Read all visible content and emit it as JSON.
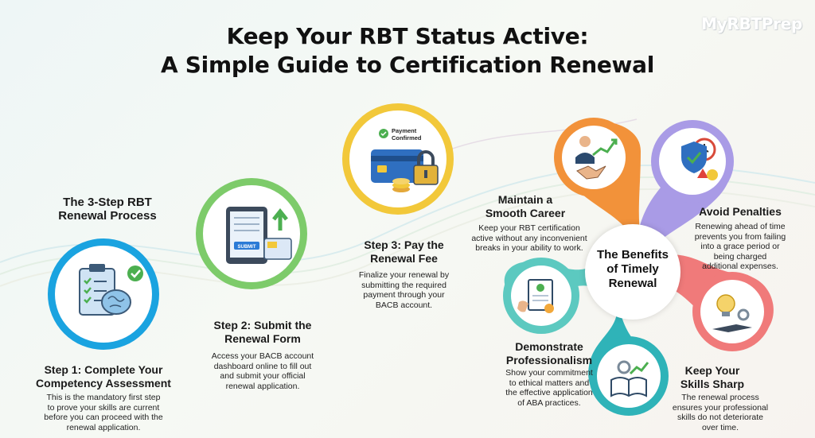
{
  "title": {
    "line1": "Keep Your RBT Status Active:",
    "line2": "A Simple Guide to Certification Renewal"
  },
  "brand": "MyRBTPrep",
  "process": {
    "heading_line1": "The 3-Step RBT",
    "heading_line2": "Renewal Process",
    "steps": [
      {
        "title_line1": "Step 1: Complete Your",
        "title_line2": "Competency Assessment",
        "body": [
          "This is the mandatory first step",
          "to prove your skills are current",
          "before you can proceed with the",
          "renewal application."
        ],
        "icon": "clipboard-brain-icon",
        "color": "#1aa3e0"
      },
      {
        "title_line1": "Step 2: Submit the",
        "title_line2": "Renewal Form",
        "body": [
          "Access your BACB account",
          "dashboard online to fill out",
          "and submit your official",
          "renewal application."
        ],
        "icon": "tablet-form-icon",
        "button_label": "SUBMIT",
        "color": "#7dcb6a"
      },
      {
        "title_line1": "Step 3: Pay the",
        "title_line2": "Renewal Fee",
        "body": [
          "Finalize your renewal by",
          "submitting the required",
          "payment through your",
          "BACB account."
        ],
        "icon": "credit-card-lock-icon",
        "badge_line1": "Payment",
        "badge_line2": "Confirmed",
        "color": "#f2c83a"
      }
    ]
  },
  "benefits": {
    "center_line1": "The Benefits",
    "center_line2": "of Timely",
    "center_line3": "Renewal",
    "items": [
      {
        "title_line1": "Maintain a",
        "title_line2": "Smooth Career",
        "body": [
          "Keep your RBT certification",
          "active without any inconvenient",
          "breaks in your ability to work."
        ],
        "icon": "handshake-growth-icon",
        "color": "#f2923a"
      },
      {
        "title_line1": "Avoid Penalties",
        "body": [
          "Renewing ahead of time",
          "prevents you from failing",
          "into a grace period or",
          "being charged",
          "additional expenses."
        ],
        "icon": "shield-clock-icon",
        "color": "#a99be6"
      },
      {
        "title_line1": "Keep Your",
        "title_line2": "Skills Sharp",
        "body": [
          "The renewal process",
          "ensures your professional",
          "skills do not deteriorate",
          "over time."
        ],
        "icon": "lightbulb-gear-icon",
        "color": "#f07a7a"
      },
      {
        "title_line1": "Demonstrate",
        "title_line2": "Professionalism",
        "body": [
          "Show your commitment",
          "to ethical matters and",
          "the effective application",
          "of ABA practices."
        ],
        "icon": "certificate-icon",
        "color": "#5cc9c0"
      },
      {
        "title_line1": "",
        "body": [],
        "icon": "book-gear-chart-icon",
        "color": "#2fb3b8"
      }
    ]
  }
}
